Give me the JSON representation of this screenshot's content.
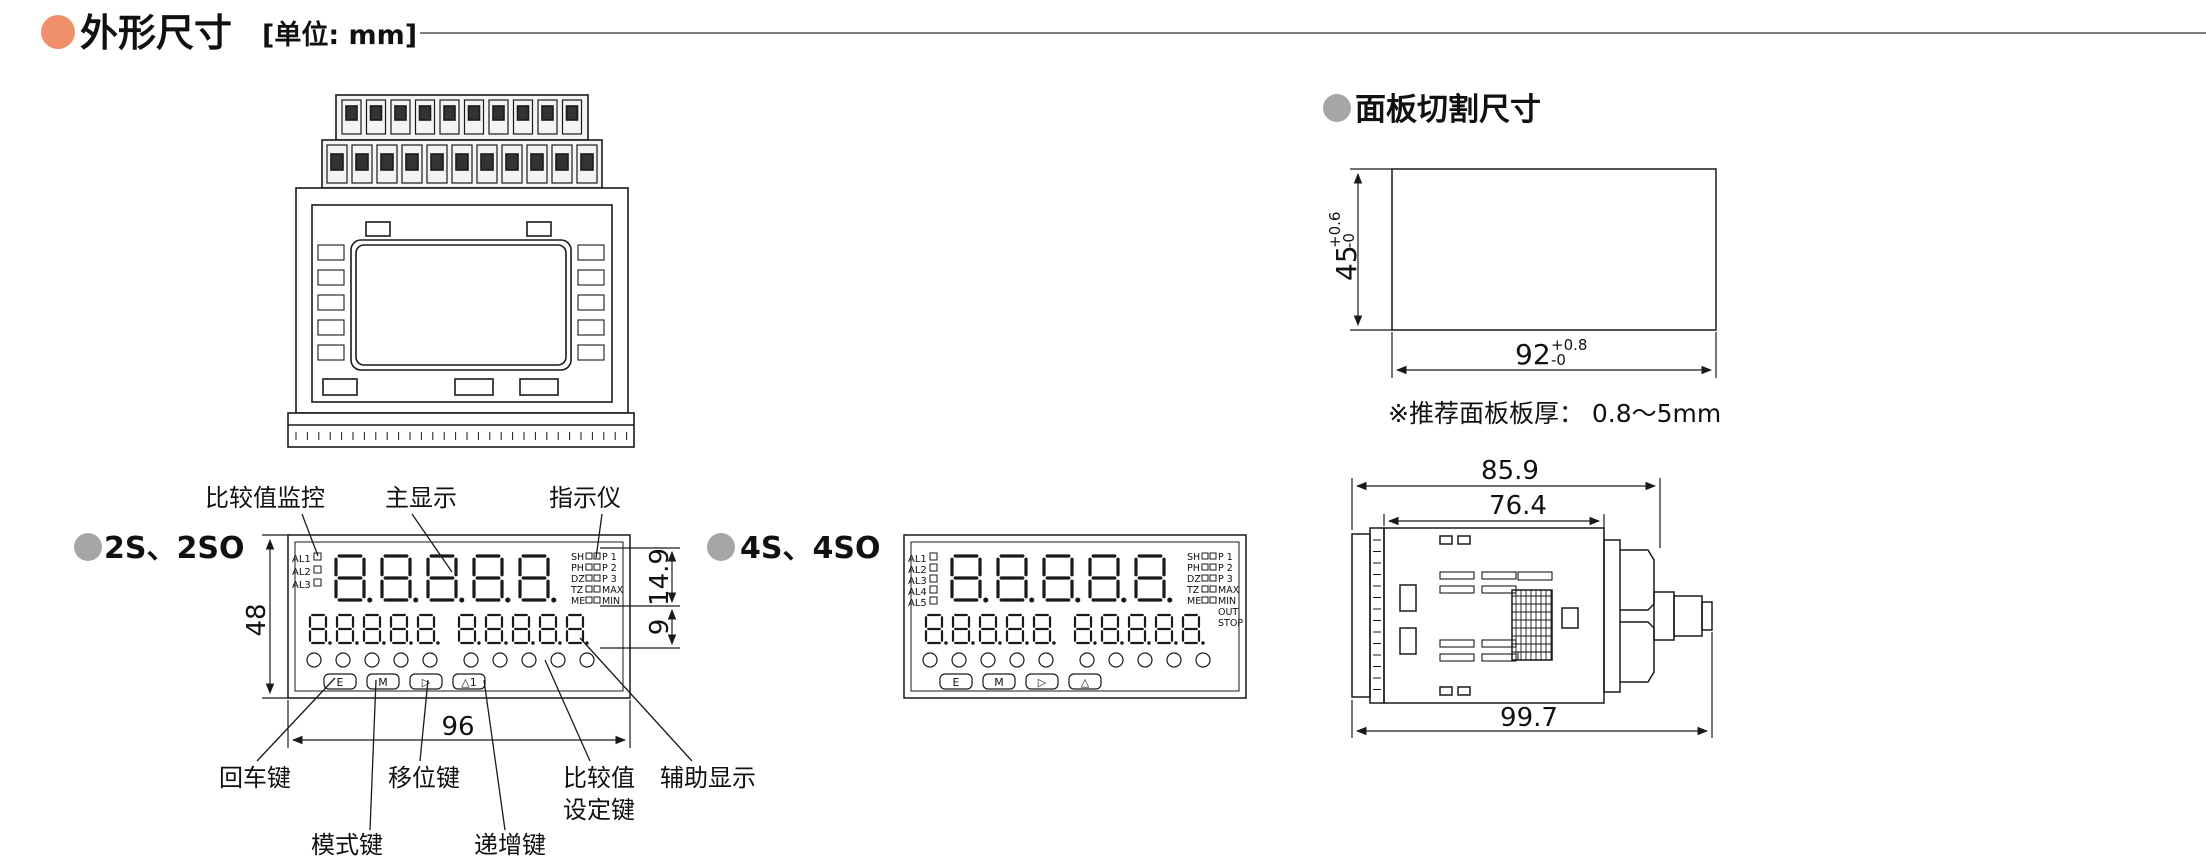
{
  "header": {
    "title": "外形尺寸",
    "unit": "[单位: mm]"
  },
  "panel_cut": {
    "title": "面板切割尺寸",
    "height_main": "45",
    "height_tol_plus": "+0.6",
    "height_tol_minus": "-0",
    "width_main": "92",
    "width_tol_plus": "+0.8",
    "width_tol_minus": "-0",
    "note": "※推荐面板板厚：  0.8～5mm"
  },
  "side_view": {
    "overall_width": "85.9",
    "inner_width": "76.4",
    "depth": "99.7"
  },
  "front_2s": {
    "model": "2S、2SO",
    "label_compare_monitor": "比较值监控",
    "label_main_display": "主显示",
    "label_indicator": "指示仪",
    "label_enter_key": "回车键",
    "label_mode_key": "模式键",
    "label_shift_key": "移位键",
    "label_increment_key": "递增键",
    "label_compare_set_key_1": "比较值",
    "label_compare_set_key_2": "设定键",
    "label_aux_display": "辅助显示",
    "dim_height": "48",
    "dim_width": "96",
    "dim_main_h": "14.9",
    "dim_aux_h": "9",
    "al_labels": [
      "AL1",
      "AL2",
      "AL3"
    ],
    "ind_left": [
      "SH",
      "PH",
      "DZ",
      "TZ",
      "ME"
    ],
    "ind_right": [
      "P 1",
      "P 2",
      "P 3",
      "MAX",
      "MIN"
    ],
    "keys": [
      "E",
      "M",
      "▷",
      "△1"
    ]
  },
  "front_4s": {
    "model": "4S、4SO",
    "al_labels": [
      "AL1",
      "AL2",
      "AL3",
      "AL4",
      "AL5"
    ],
    "ind_left": [
      "SH",
      "PH",
      "DZ",
      "TZ",
      "ME"
    ],
    "ind_right": [
      "P 1",
      "P 2",
      "P 3",
      "MAX",
      "MIN",
      "OUT",
      "STOP"
    ],
    "keys": [
      "E",
      "M",
      "▷",
      "△"
    ]
  },
  "colors": {
    "accent_bullet": "#f0906a",
    "gray_bullet": "#a6a6a6",
    "line": "#1a1a1a"
  }
}
